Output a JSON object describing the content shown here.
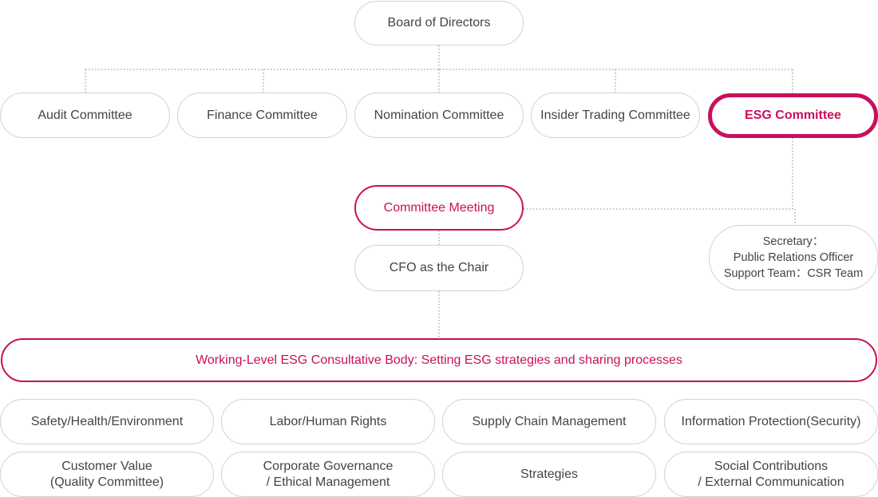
{
  "board": {
    "label": "Board of Directors"
  },
  "committees": [
    {
      "id": "audit",
      "label": "Audit Committee"
    },
    {
      "id": "finance",
      "label": "Finance Committee"
    },
    {
      "id": "nomination",
      "label": "Nomination Committee"
    },
    {
      "id": "insider-trading",
      "label": "Insider Trading Committee"
    },
    {
      "id": "esg",
      "label": "ESG Committee"
    }
  ],
  "committee_meeting": {
    "label": "Committee Meeting"
  },
  "chair": {
    "label": "CFO as the Chair"
  },
  "secretary": {
    "line1": "Secretary：",
    "line2": "Public Relations Officer",
    "line3": "Support Team：CSR Team"
  },
  "working_body": {
    "label": "Working-Level ESG Consultative Body:  Setting ESG strategies and sharing processes"
  },
  "subgroups": [
    {
      "id": "safety",
      "lines": [
        "Safety/Health/Environment"
      ]
    },
    {
      "id": "labor",
      "lines": [
        "Labor/Human Rights"
      ]
    },
    {
      "id": "supply-chain",
      "lines": [
        "Supply Chain Management"
      ]
    },
    {
      "id": "information-protection",
      "lines": [
        "Information Protection(Security)"
      ]
    },
    {
      "id": "customer-value",
      "lines": [
        "Customer Value",
        "(Quality Committee)"
      ]
    },
    {
      "id": "corporate-governance",
      "lines": [
        "Corporate Governance",
        "/ Ethical Management"
      ]
    },
    {
      "id": "strategies",
      "lines": [
        "Strategies"
      ]
    },
    {
      "id": "social-contributions",
      "lines": [
        "Social Contributions",
        "/ External Communication"
      ]
    }
  ],
  "colors": {
    "accent": "#c8105c",
    "border": "#d2d2d2",
    "text": "#444444",
    "connector": "#888888"
  }
}
